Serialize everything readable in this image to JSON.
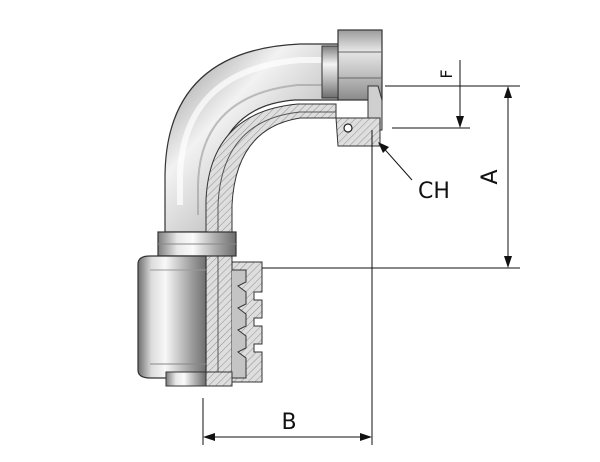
{
  "drawing": {
    "labels": {
      "a": "A",
      "b": "B",
      "f": "F",
      "ch": "CH"
    },
    "colors": {
      "metal_light": "#f2f2f2",
      "metal_mid": "#c8c8c8",
      "metal_dark": "#7a7a7a",
      "section_fill": "#d9d9d9",
      "line": "#111111"
    }
  }
}
